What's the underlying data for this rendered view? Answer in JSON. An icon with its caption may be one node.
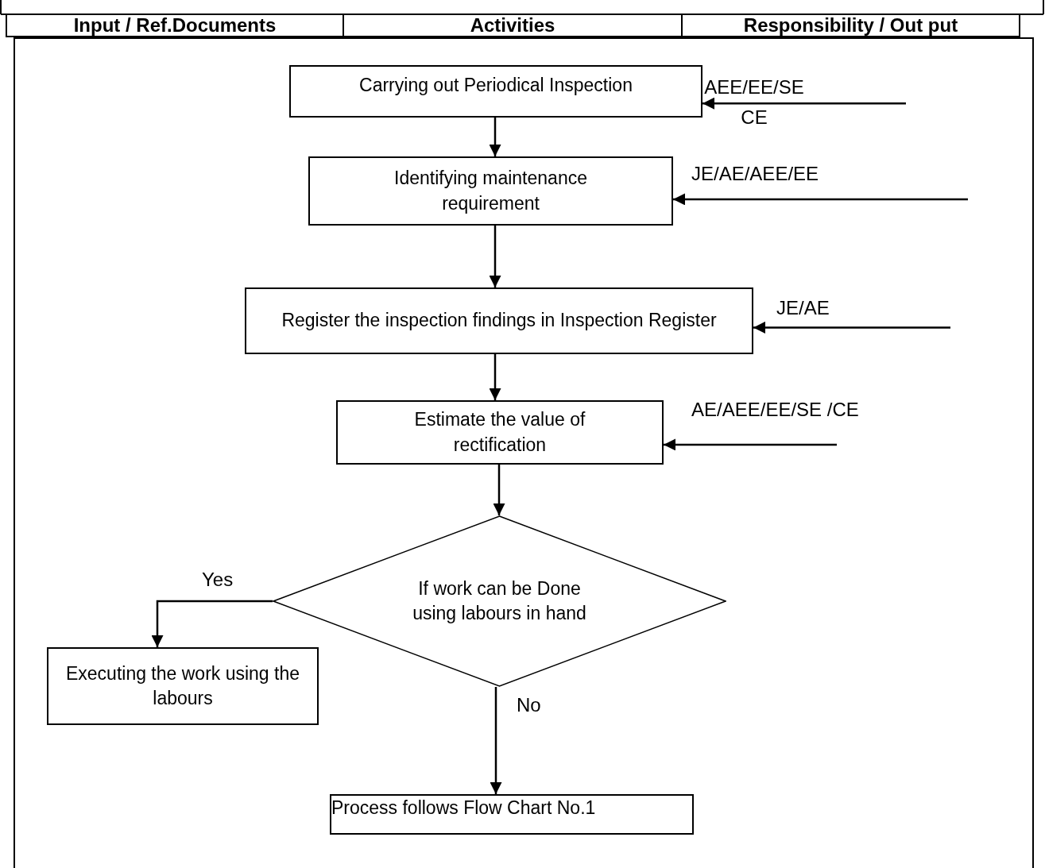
{
  "diagram": {
    "nodes": [
      {
        "text": [
          "Carrying out Periodical Inspection"
        ]
      },
      {
        "text": [
          "Identifying maintenance requirement"
        ]
      },
      {
        "text": [
          "Register the inspection findings in Inspection Register"
        ]
      },
      {
        "text": [
          "Estimate the value of rectification"
        ]
      },
      {
        "text": [
          "If work can be Done using labours in hand"
        ]
      },
      {
        "text": [
          "Executing the work using the labours"
        ]
      },
      {
        "text": [
          "Process follows Flow Chart No.1"
        ]
      }
    ],
    "edges": [
      {
        "from": 0,
        "to": 1,
        "arrow": "to"
      },
      {
        "from": 1,
        "to": 2,
        "arrow": "to"
      },
      {
        "from": 2,
        "to": 3,
        "arrow": "to"
      },
      {
        "from": 3,
        "to": 4,
        "arrow": "to"
      },
      {
        "from": 4,
        "to": 5,
        "arrow": "to",
        "label": "Yes"
      },
      {
        "from": 4,
        "to": 6,
        "arrow": "to",
        "label": "No"
      },
      {
        "from": null,
        "to": 0,
        "arrow": "to",
        "label": "AEE/EE/SE CE"
      },
      {
        "from": null,
        "to": 1,
        "arrow": "to",
        "label": "JE/AE/AEE/EE"
      },
      {
        "from": null,
        "to": 2,
        "arrow": "to",
        "label": "JE/AE"
      },
      {
        "from": null,
        "to": 3,
        "arrow": "to",
        "label": "AE/AEE/EE/SE /CE"
      }
    ],
    "labels": [
      "Input / Ref.Documents",
      "Activities",
      "Responsibility / Out put"
    ]
  }
}
